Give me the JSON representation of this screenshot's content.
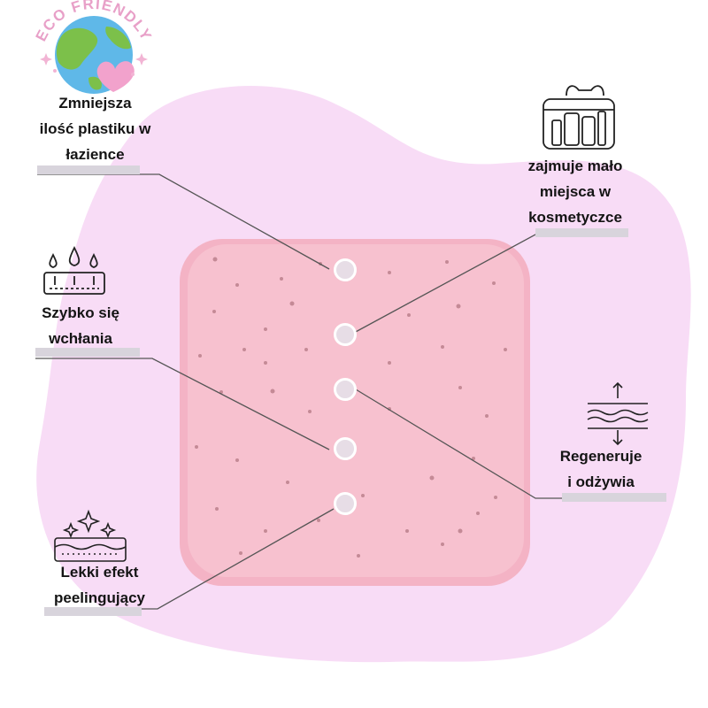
{
  "badge": {
    "text": "ECO FRIENDLY"
  },
  "colors": {
    "blob": "#f8dcf6",
    "soap": "#f6b9c9",
    "badge_text": "#e8a0c8",
    "line": "#555555",
    "underline": "#d8d4dc"
  },
  "features": [
    {
      "id": "less-plastic",
      "lines": [
        "Zmniejsza",
        "ilość plastiku w",
        "łazience"
      ],
      "icon": "earth-heart-icon"
    },
    {
      "id": "compact",
      "lines": [
        "zajmuje mało",
        "miejsca w",
        "kosmetyczce"
      ],
      "icon": "cosmetic-bag-icon"
    },
    {
      "id": "absorb",
      "lines": [
        "Szybko się",
        "wchłania"
      ],
      "icon": "skin-drops-icon"
    },
    {
      "id": "regenerate",
      "lines": [
        "Regeneruje",
        "i odżywia"
      ],
      "icon": "skin-layers-arrows-icon"
    },
    {
      "id": "peeling",
      "lines": [
        "Lekki efekt",
        "peelingujący"
      ],
      "icon": "sparkle-skin-icon"
    }
  ]
}
